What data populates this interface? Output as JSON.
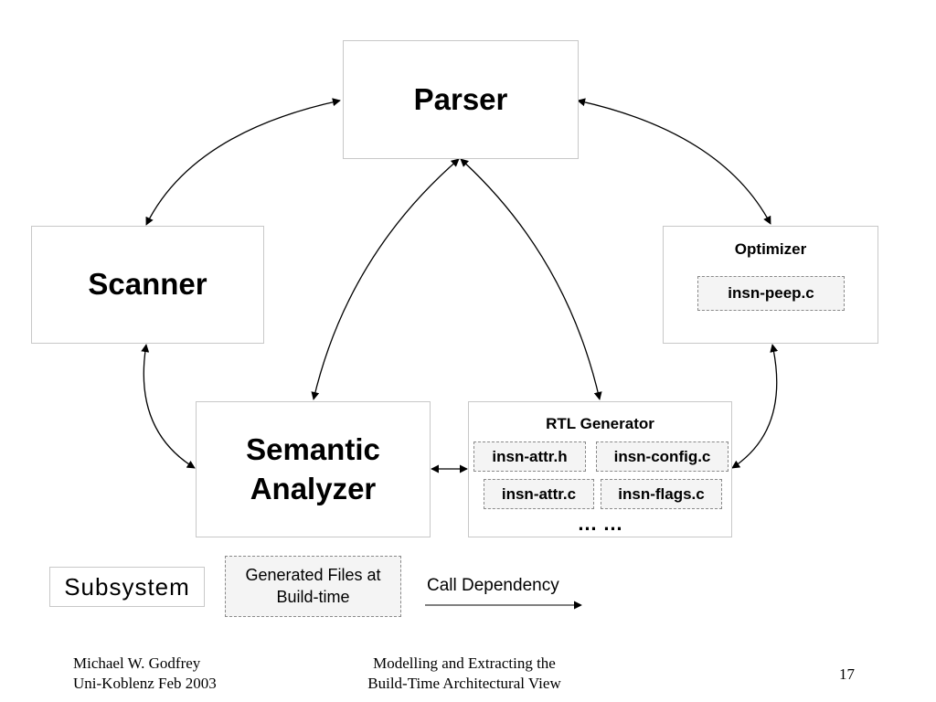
{
  "subsystems": {
    "parser": "Parser",
    "scanner": "Scanner",
    "semantic_line1": "Semantic",
    "semantic_line2": "Analyzer",
    "optimizer": "Optimizer",
    "rtl_generator": "RTL Generator"
  },
  "generated_files": {
    "optimizer": [
      "insn-peep.c"
    ],
    "rtl": [
      "insn-attr.h",
      "insn-config.c",
      "insn-attr.c",
      "insn-flags.c"
    ],
    "rtl_more": "… …"
  },
  "legend": {
    "subsystem": "Subsystem",
    "generated_line1": "Generated Files at",
    "generated_line2": "Build-time",
    "call_dependency": "Call Dependency"
  },
  "footer": {
    "author": "Michael W. Godfrey",
    "venue": "Uni-Koblenz Feb 2003",
    "title_line1": "Modelling and Extracting the",
    "title_line2": "Build-Time Architectural View",
    "page_number": "17"
  },
  "edges": [
    {
      "from": "Parser",
      "to": "Scanner",
      "bidirectional": true
    },
    {
      "from": "Parser",
      "to": "Optimizer",
      "bidirectional": true
    },
    {
      "from": "Parser",
      "to": "Semantic Analyzer",
      "bidirectional": true
    },
    {
      "from": "Parser",
      "to": "RTL Generator",
      "bidirectional": true
    },
    {
      "from": "Scanner",
      "to": "Semantic Analyzer",
      "bidirectional": true
    },
    {
      "from": "Semantic Analyzer",
      "to": "RTL Generator",
      "bidirectional": true
    },
    {
      "from": "Optimizer",
      "to": "RTL Generator",
      "bidirectional": true
    }
  ]
}
